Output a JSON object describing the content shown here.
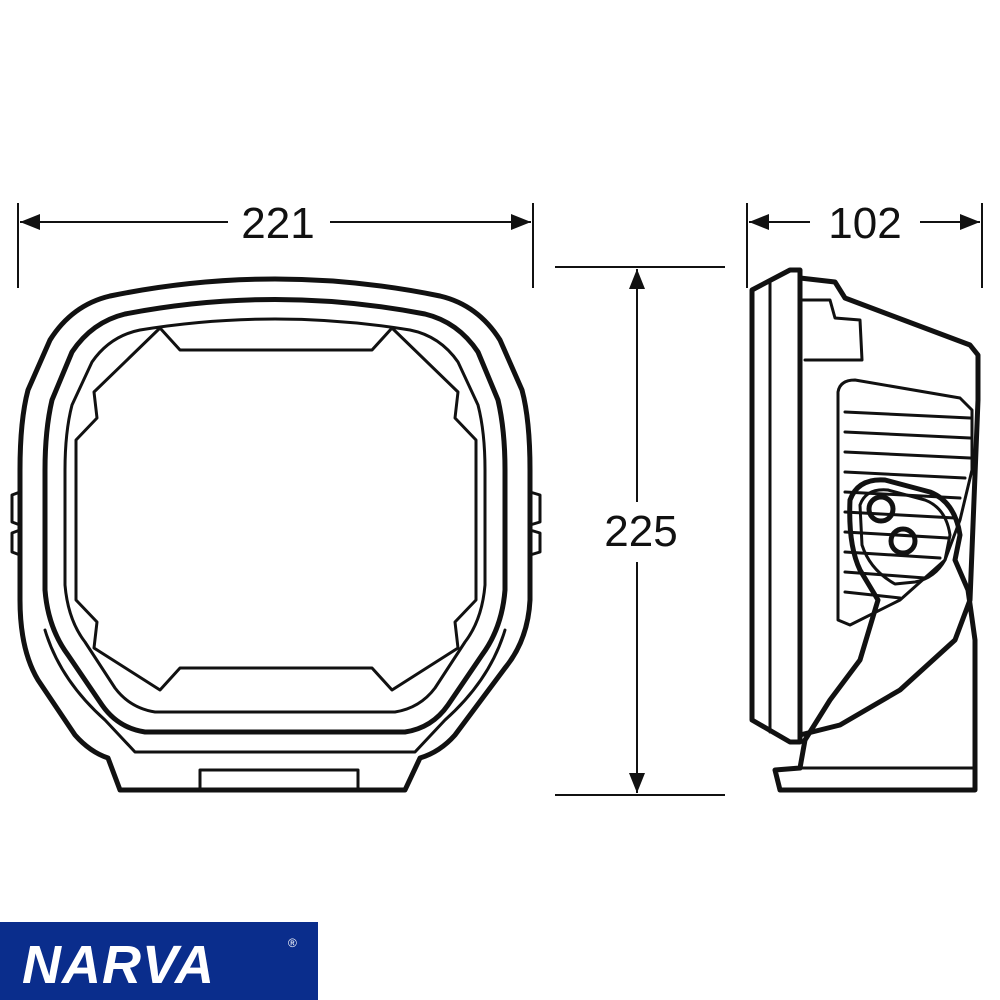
{
  "dimensions": {
    "width": "221",
    "height": "225",
    "depth": "102"
  },
  "brand": {
    "name": "NARVA",
    "registered_mark": "®",
    "background_color": "#0a2d8c",
    "text_color": "#ffffff"
  },
  "colors": {
    "line": "#111111",
    "background": "#ffffff"
  }
}
